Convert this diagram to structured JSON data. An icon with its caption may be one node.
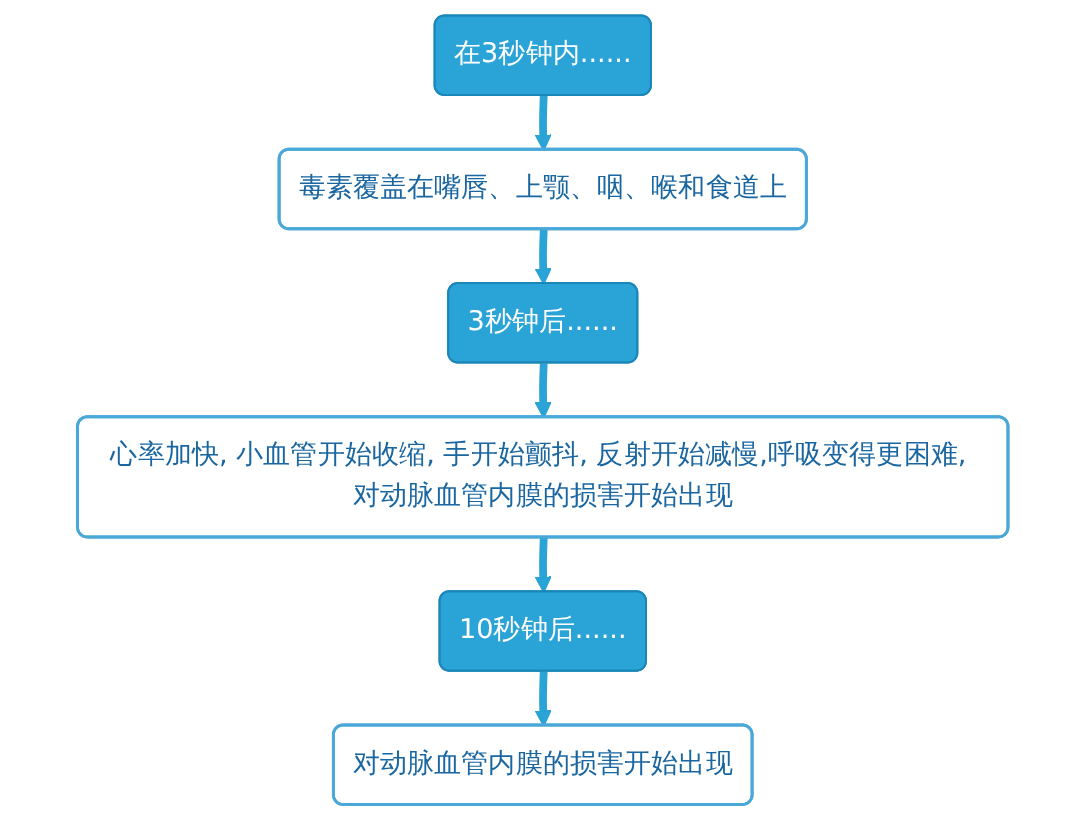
{
  "diagram": {
    "nodes": [
      {
        "text": [
          "在3秒钟内......"
        ]
      },
      {
        "text": [
          "毒素覆盖在嘴唇、上颚、咽、喉和食道上"
        ]
      },
      {
        "text": [
          "3秒钟后......"
        ]
      },
      {
        "text": [
          "心率加快, 小血管开始收缩, 手开始颤抖, 反射开始减慢,呼吸变得更困难, 对动脉血管内膜的损害开始出现"
        ]
      },
      {
        "text": [
          "10秒钟后......"
        ]
      },
      {
        "text": [
          "对动脉血管内膜的损害开始出现"
        ]
      }
    ],
    "edges": [
      {
        "from": 0,
        "to": 1,
        "arrow": "to"
      },
      {
        "from": 1,
        "to": 2,
        "arrow": "to"
      },
      {
        "from": 2,
        "to": 3,
        "arrow": "to"
      },
      {
        "from": 3,
        "to": 4,
        "arrow": "to"
      },
      {
        "from": 4,
        "to": 5,
        "arrow": "to"
      }
    ]
  }
}
